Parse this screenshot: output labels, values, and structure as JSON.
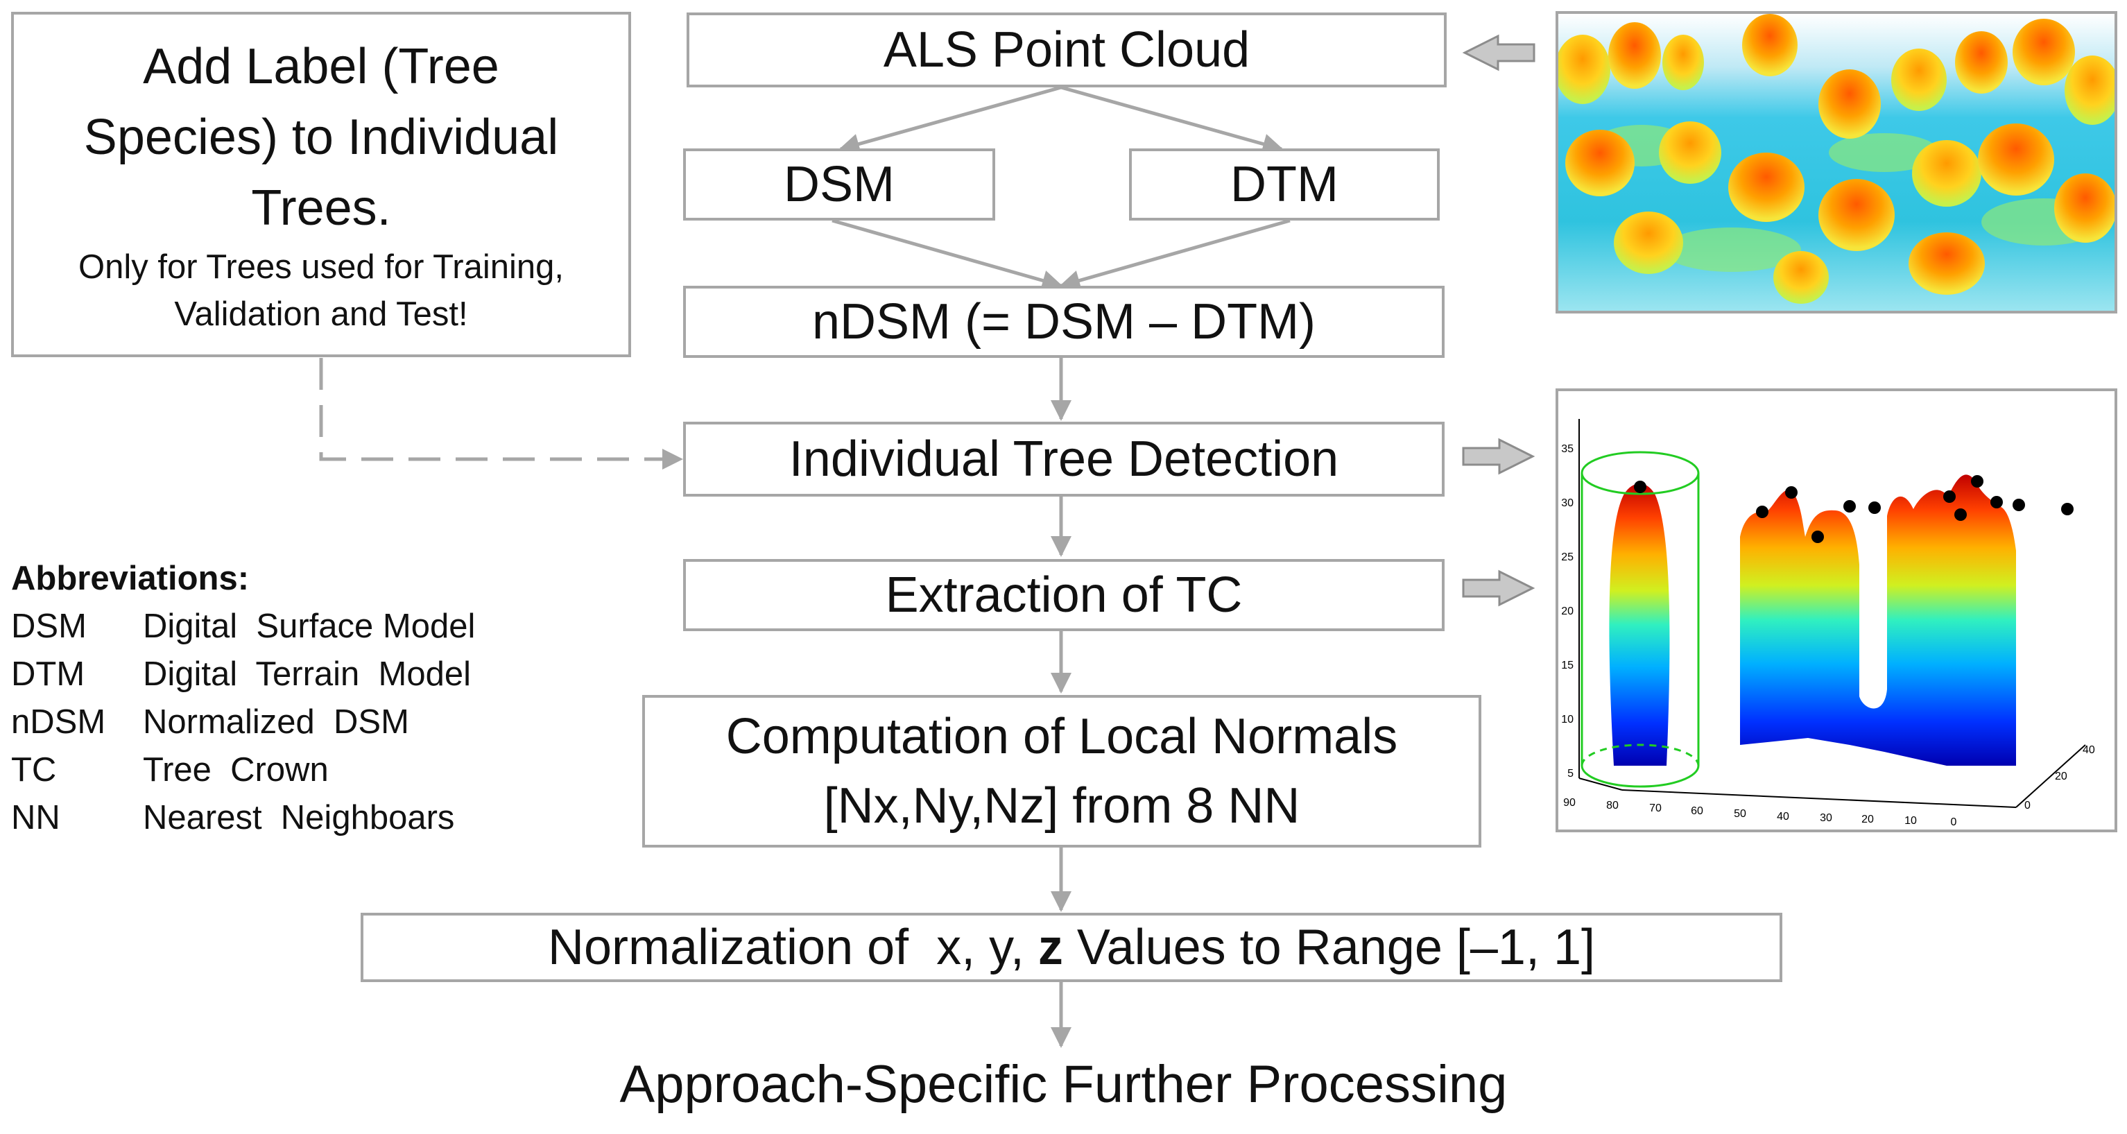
{
  "flow": {
    "als": "ALS Point Cloud",
    "dsm": "DSM",
    "dtm": "DTM",
    "ndsm": "nDSM (= DSM – DTM)",
    "itd": "Individual Tree Detection",
    "tc": "Extraction of TC",
    "normals_line1": "Computation of Local Normals",
    "normals_line2": "[Nx,Ny,Nz] from 8 NN",
    "norm_prefix": "Normalization of  x, y, ",
    "norm_bold": "z",
    "norm_suffix": " Values to Range [–1, 1]",
    "final": "Approach-Specific Further Processing"
  },
  "label_box": {
    "line1": "Add Label (Tree",
    "line2": "Species) to Individual",
    "line3": "Trees.",
    "note1": "Only for Trees used for Training,",
    "note2": "Validation  and Test!"
  },
  "abbreviations": {
    "title": "Abbreviations:",
    "items": [
      {
        "abbr": "DSM",
        "meaning": "Digital  Surface Model"
      },
      {
        "abbr": "DTM",
        "meaning": "Digital  Terrain  Model"
      },
      {
        "abbr": "nDSM",
        "meaning": "Normalized  DSM"
      },
      {
        "abbr": "TC",
        "meaning": "Tree  Crown"
      },
      {
        "abbr": "NN",
        "meaning": "Nearest  Neighboars"
      }
    ]
  },
  "plot3d": {
    "z_ticks": [
      "35",
      "30",
      "25",
      "20",
      "15",
      "10",
      "5"
    ],
    "x_ticks": [
      "90",
      "80",
      "70",
      "60",
      "50",
      "40",
      "30",
      "20",
      "10",
      "0"
    ],
    "y_ticks": [
      "0",
      "20",
      "40"
    ]
  },
  "colors": {
    "box_border": "#a6a6a6",
    "arrow": "#a6a6a6",
    "cylinder": "#22cc22",
    "peak_marker": "#000000"
  }
}
